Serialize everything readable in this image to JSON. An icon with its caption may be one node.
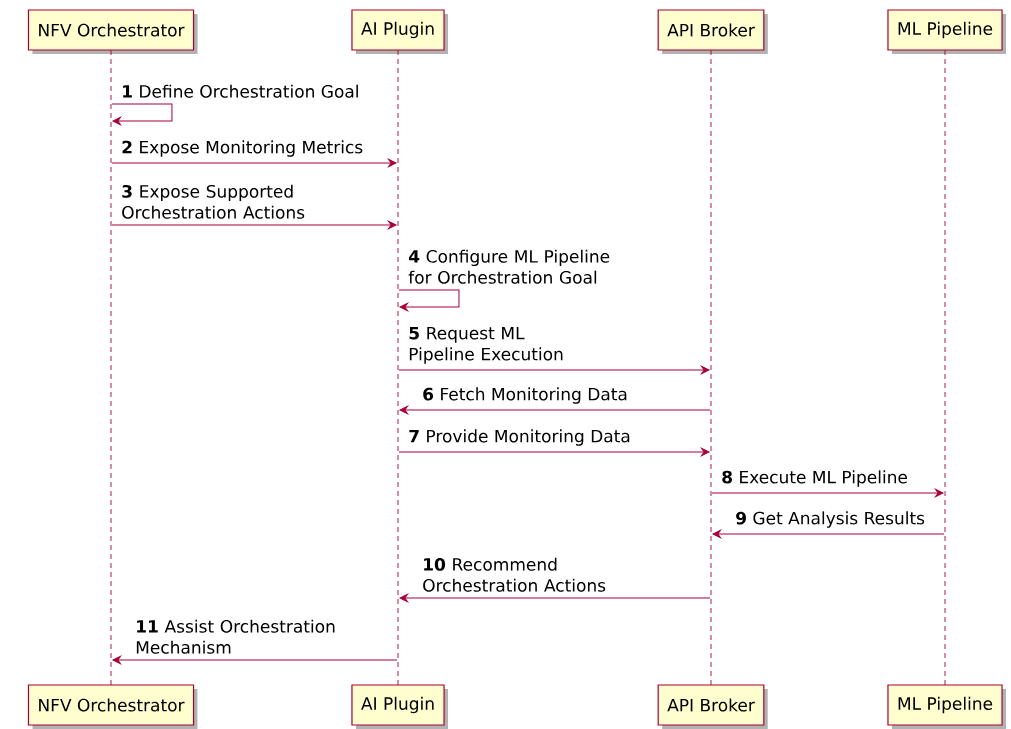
{
  "diagram": {
    "nodes": [
      {
        "text": [
          "NFV Orchestrator"
        ]
      },
      {
        "text": [
          "AI Plugin"
        ]
      },
      {
        "text": [
          "API Broker"
        ]
      },
      {
        "text": [
          "ML Pipeline"
        ]
      },
      {
        "text": [
          "NFV Orchestrator"
        ]
      },
      {
        "text": [
          "AI Plugin"
        ]
      },
      {
        "text": [
          "API Broker"
        ]
      },
      {
        "text": [
          "ML Pipeline"
        ]
      },
      {
        "text": [],
        "shape": "bar"
      },
      {
        "text": [],
        "shape": "bar"
      },
      {
        "text": [],
        "shape": "bar"
      },
      {
        "text": [],
        "shape": "bar"
      }
    ],
    "edges": [
      {
        "from": 8,
        "to": 8,
        "arrow": "to",
        "label": "**1** Define Orchestration Goal"
      },
      {
        "from": 8,
        "to": 9,
        "arrow": "to",
        "label": "**2** Expose Monitoring Metrics"
      },
      {
        "from": 8,
        "to": 9,
        "arrow": "to",
        "label": "**3** Expose Supported Orchestration Actions"
      },
      {
        "from": 9,
        "to": 9,
        "arrow": "to",
        "label": "**4** Configure ML Pipeline for Orchestration Goal"
      },
      {
        "from": 9,
        "to": 10,
        "arrow": "to",
        "label": "**5** Request ML Pipeline Execution"
      },
      {
        "from": 10,
        "to": 9,
        "arrow": "to",
        "label": "**6** Fetch Monitoring Data"
      },
      {
        "from": 9,
        "to": 10,
        "arrow": "to",
        "label": "**7** Provide Monitoring Data"
      },
      {
        "from": 10,
        "to": 11,
        "arrow": "to",
        "label": "**8** Execute ML Pipeline"
      },
      {
        "from": 11,
        "to": 10,
        "arrow": "to",
        "label": "**9** Get Analysis Results"
      },
      {
        "from": 10,
        "to": 9,
        "arrow": "to",
        "label": "**10** Recommend Orchestration Actions"
      },
      {
        "from": 9,
        "to": 8,
        "arrow": "to",
        "label": "**11** Assist Orchestration Mechanism"
      }
    ]
  }
}
